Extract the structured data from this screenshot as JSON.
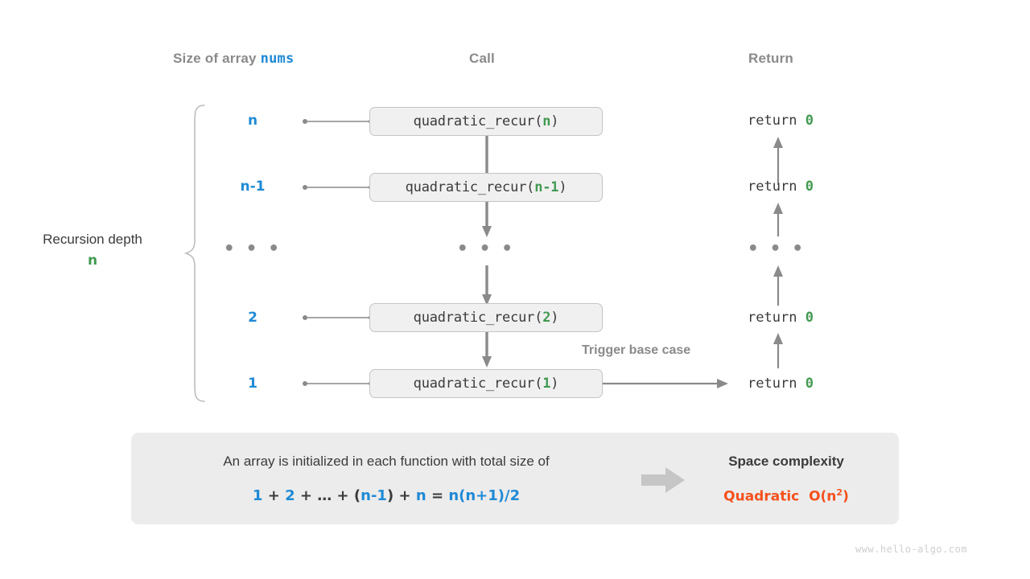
{
  "headers": {
    "left_prefix": "Size of array ",
    "left_code": "nums",
    "call": "Call",
    "return": "Return"
  },
  "depth": {
    "label": "Recursion depth",
    "value": "n"
  },
  "rows": [
    {
      "size": "n",
      "call_name": "quadratic_recur(",
      "call_arg": "n",
      "call_close": ")",
      "return_text": "return ",
      "return_value": "0"
    },
    {
      "size": "n-1",
      "call_name": "quadratic_recur(",
      "call_arg": "n-1",
      "call_close": ")",
      "return_text": "return ",
      "return_value": "0"
    },
    {
      "size": "…",
      "call_name": "…",
      "call_arg": "",
      "call_close": "",
      "return_text": "…",
      "return_value": ""
    },
    {
      "size": "2",
      "call_name": "quadratic_recur(",
      "call_arg": "2",
      "call_close": ")",
      "return_text": "return ",
      "return_value": "0"
    },
    {
      "size": "1",
      "call_name": "quadratic_recur(",
      "call_arg": "1",
      "call_close": ")",
      "return_text": "return ",
      "return_value": "0"
    }
  ],
  "ellipsis_glyph": "• • •",
  "note": {
    "trigger_base_case": "Trigger base case"
  },
  "summary": {
    "line1": "An array is initialized in each function with total size of",
    "formula": {
      "t1": "1",
      "o1": "+",
      "t2": "2",
      "o2": "+",
      "t3": "…",
      "o3": "+",
      "p_open": "(",
      "t4": "n-1",
      "p_close": ")",
      "o4": "+",
      "t5": "n",
      "eq": "=",
      "result": "n(n+1)/2"
    },
    "complexity_title": "Space complexity",
    "complexity_kind": "Quadratic",
    "complexity_big_o_prefix": "O(n",
    "complexity_big_o_exp": "2",
    "complexity_big_o_suffix": ")"
  },
  "watermark": "www.hello-algo.com",
  "colors": {
    "blue": "#1f8ad6",
    "green": "#429a51",
    "orange": "#f4511e",
    "gray_text": "#8a8a8a",
    "dark_text": "#3b3b3b",
    "box_fill": "#f0f0f0",
    "box_border": "#c4c4c4",
    "summary_fill": "#ececec",
    "line": "#8a8a8a"
  }
}
